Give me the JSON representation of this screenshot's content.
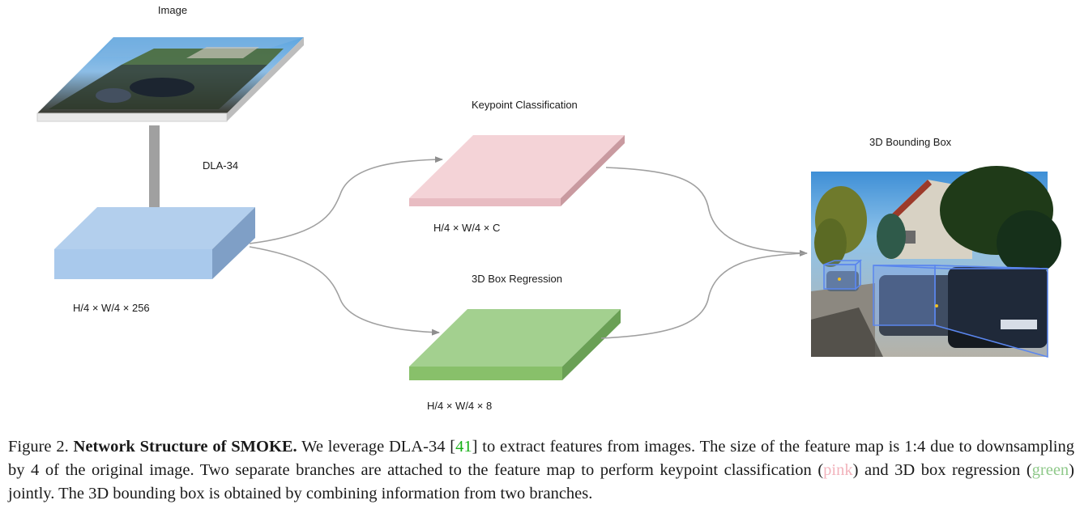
{
  "labels": {
    "image": "Image",
    "backbone": "DLA-34",
    "keypoint": "Keypoint Classification",
    "regression": "3D Box Regression",
    "bbox": "3D Bounding Box",
    "backbone_dim": "H/4 × W/4 × 256",
    "keypoint_dim": "H/4 × W/4 × C",
    "regression_dim": "H/4 × W/4 × 8"
  },
  "caption": {
    "figure": "Figure 2.",
    "title": "Network Structure of SMOKE.",
    "part1": "We leverage DLA-34 [",
    "cite": "41",
    "part2": "] to extract features from images. The size of the feature map is 1:4 due to downsampling by 4 of the original image. Two separate branches are attached to the feature map to perform keypoint classification (",
    "pink_word": "pink",
    "part3": ") and 3D box regression (",
    "green_word": "green",
    "part4": ") jointly. The 3D bounding box is obtained by combining information from two branches."
  },
  "colors": {
    "backbone": "#a9c9ec",
    "keypoint": "#f4d3d7",
    "regression": "#a3d08f",
    "box_overlay": "#6f9bf0",
    "arrow": "#a0a0a0"
  }
}
